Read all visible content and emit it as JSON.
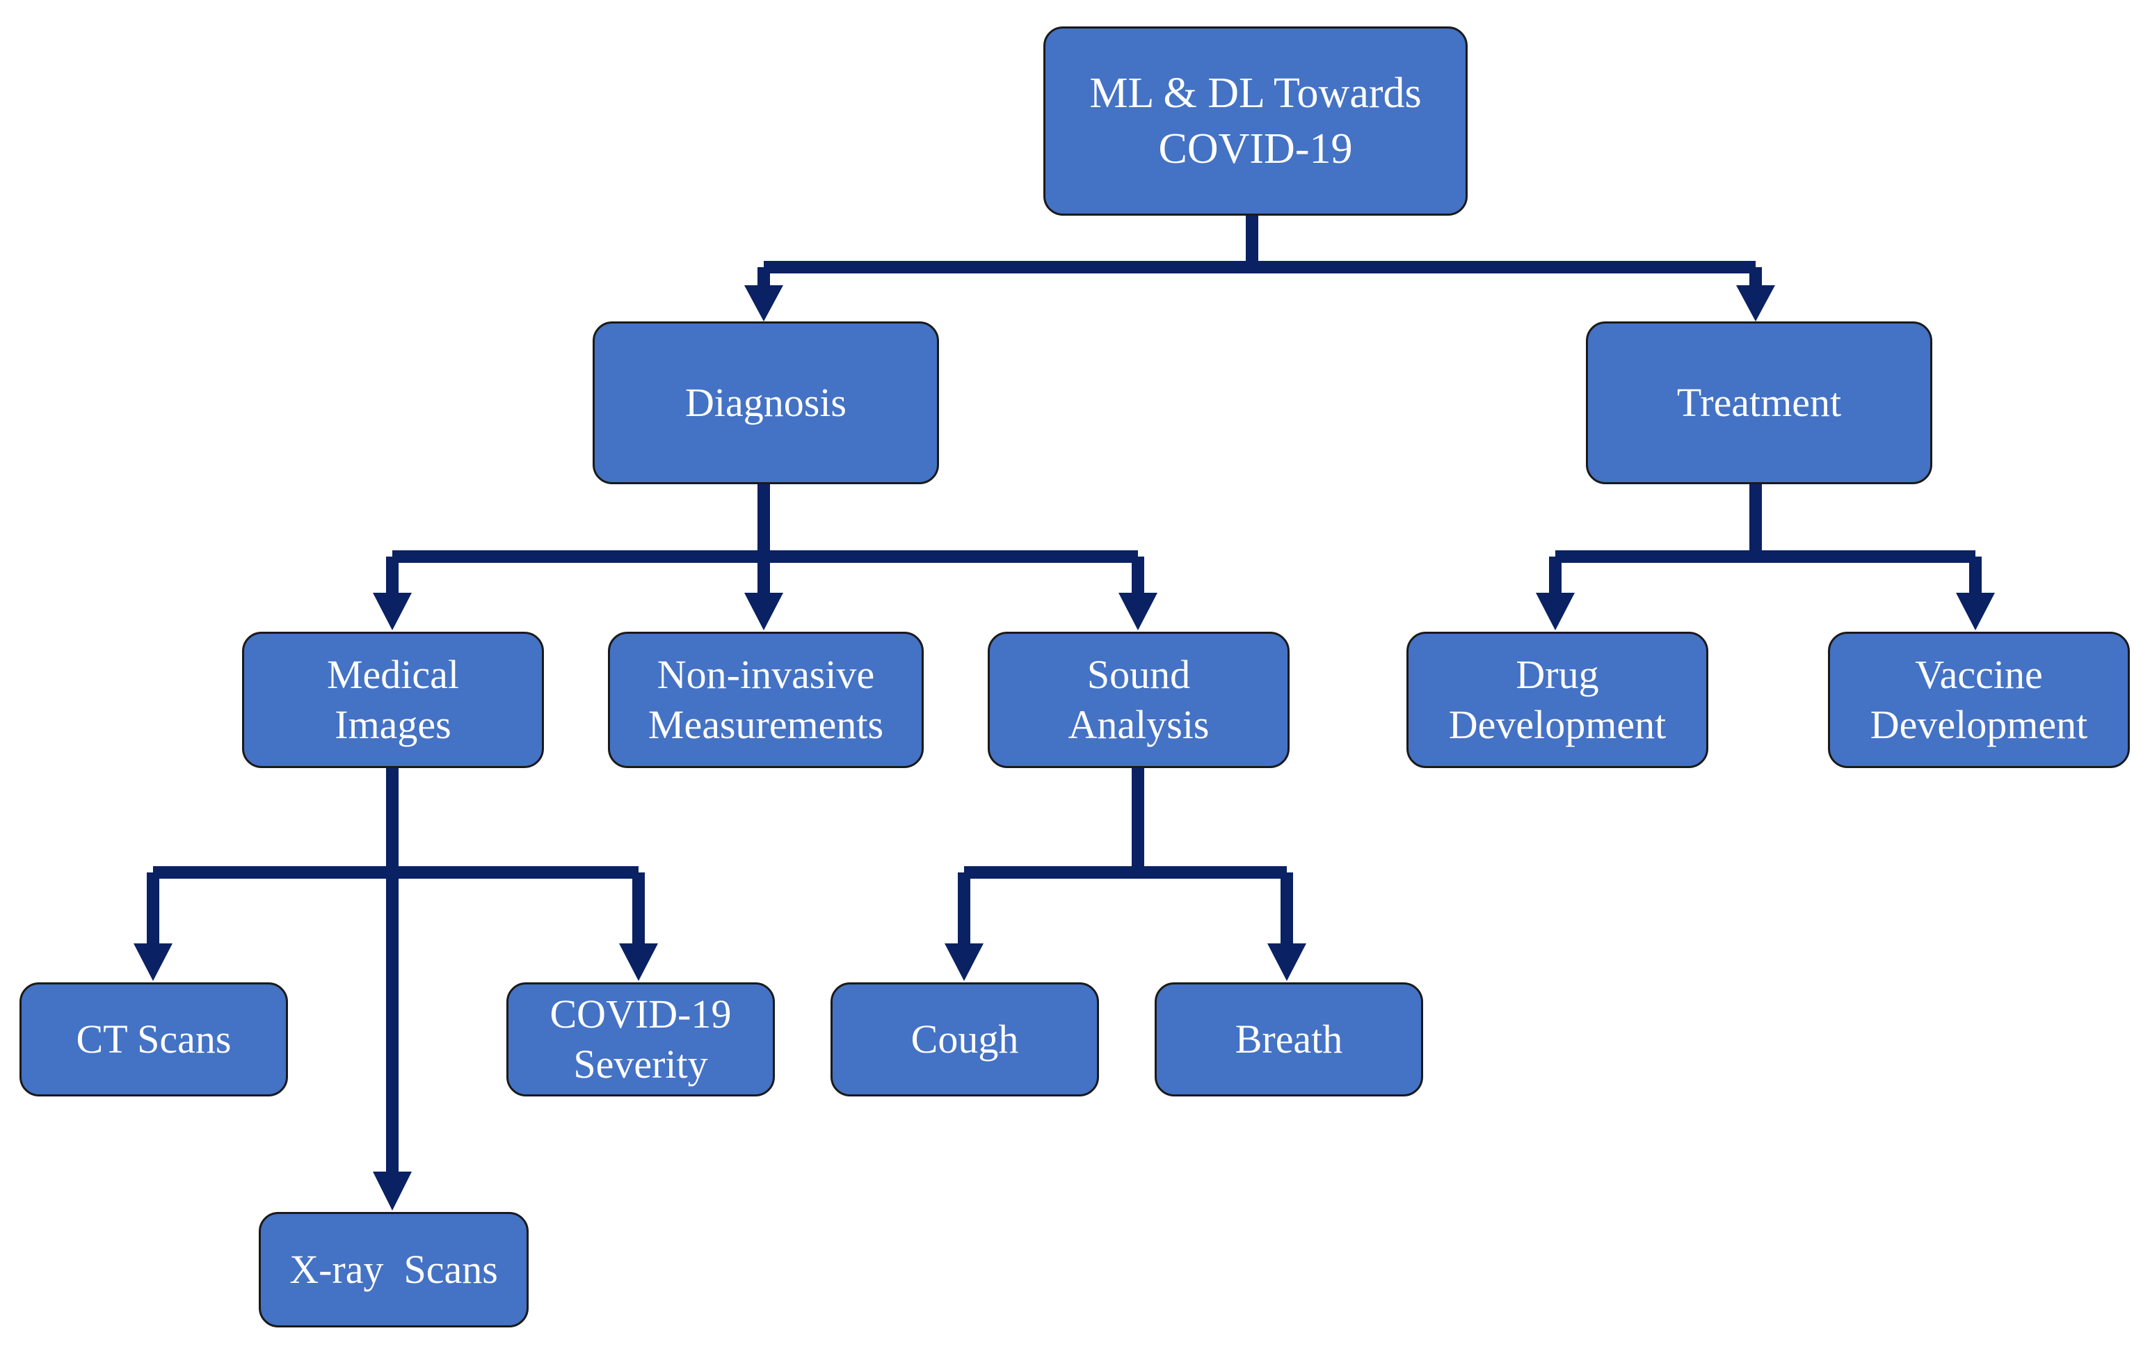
{
  "diagram": {
    "colors": {
      "node_fill": "#4472c4",
      "node_border": "#1a1a1a",
      "node_text": "#ffffff",
      "connector": "#0a2163"
    },
    "root": {
      "line1": "ML & DL Towards",
      "line2": "COVID-19"
    },
    "level1": {
      "diagnosis": "Diagnosis",
      "treatment": "Treatment"
    },
    "diagnosis_children": {
      "medical_images": {
        "line1": "Medical",
        "line2": "Images"
      },
      "non_invasive": {
        "line1": "Non-invasive",
        "line2": "Measurements"
      },
      "sound_analysis": {
        "line1": "Sound",
        "line2": "Analysis"
      }
    },
    "treatment_children": {
      "drug_development": {
        "line1": "Drug",
        "line2": "Development"
      },
      "vaccine_development": {
        "line1": "Vaccine",
        "line2": "Development"
      }
    },
    "medical_images_children": {
      "ct_scans": "CT Scans",
      "xray_scans": "X-ray  Scans",
      "covid_severity": {
        "line1": "COVID-19",
        "line2": "Severity"
      }
    },
    "sound_analysis_children": {
      "cough": "Cough",
      "breath": "Breath"
    }
  }
}
